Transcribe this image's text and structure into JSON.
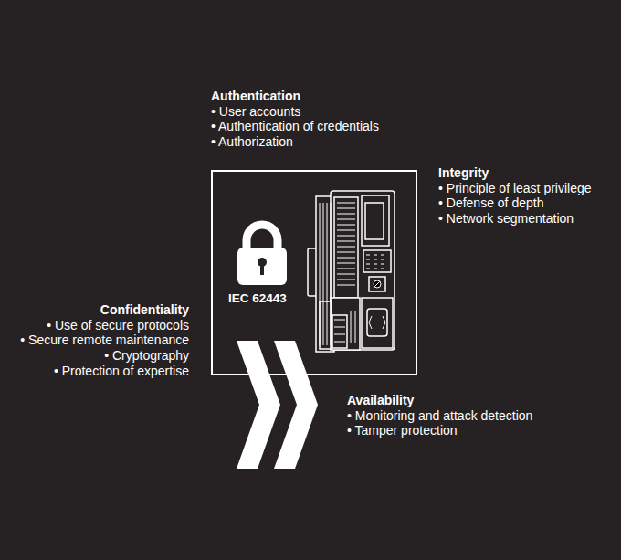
{
  "diagram": {
    "nodes": [
      {
        "text": [
          "IEC 62443"
        ]
      }
    ],
    "labels": [
      "Authentication",
      "• User accounts",
      "• Authentication of credentials",
      "• Authorization",
      "Integrity",
      "• Principle of least privilege",
      "• Defense of depth",
      "• Network segmentation",
      "Confidentiality",
      "• Use of secure protocols",
      "• Secure remote maintenance",
      "• Cryptography",
      "• Protection of expertise",
      "Availability",
      "• Monitoring and attack detection",
      "• Tamper protection"
    ]
  }
}
